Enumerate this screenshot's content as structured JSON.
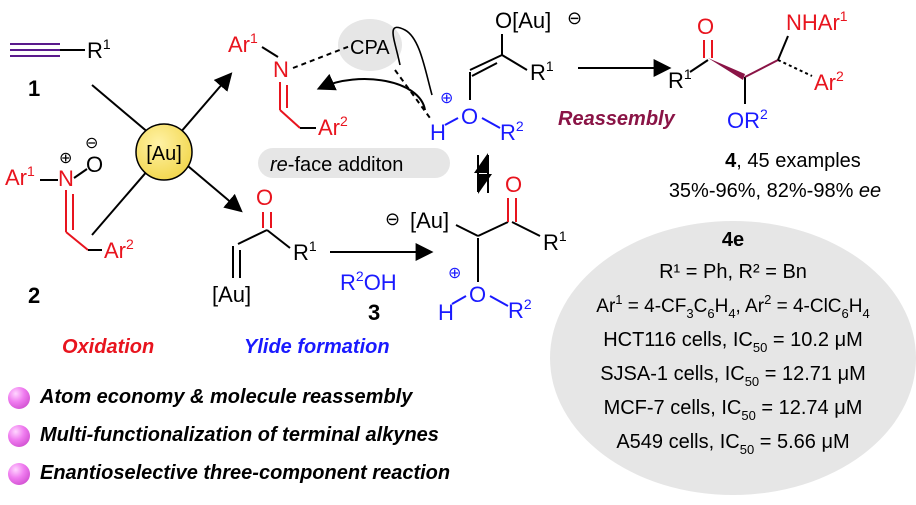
{
  "colors": {
    "red": "#e8141e",
    "blue": "#1a1aff",
    "maroon": "#8a1446",
    "purple": "#5a1a8c",
    "gold": "#f2d64b",
    "pink": "#e060e0",
    "grey": "#e6e6e6"
  },
  "reactants": {
    "alkyne": {
      "r": "R",
      "r_sup": "1",
      "number": "1"
    },
    "nitrone": {
      "ar1": "Ar",
      "ar1_sup": "1",
      "n": "N",
      "o": "O",
      "ar2": "Ar",
      "ar2_sup": "2",
      "plus": "⊕",
      "minus": "⊖",
      "number": "2"
    }
  },
  "catalyst": {
    "label": "[Au]"
  },
  "imine": {
    "ar1": "Ar",
    "ar1_sup": "1",
    "n": "N",
    "ar2": "Ar",
    "ar2_sup": "2",
    "cpa": "CPA"
  },
  "re_face": {
    "italic": "re",
    "rest": "-face additon"
  },
  "enolate": {
    "o": "O",
    "au": "[Au]",
    "minus": "⊖",
    "r1": "R",
    "r1_sup": "1",
    "plus": "⊕",
    "o2": "O",
    "h": "H",
    "r2": "R",
    "r2_sup": "2"
  },
  "carbene": {
    "o": "O",
    "r1": "R",
    "r1_sup": "1",
    "au": "[Au]"
  },
  "alcohol": {
    "r": "R",
    "sup": "2",
    "oh": "OH",
    "number": "3"
  },
  "ylide": {
    "minus": "⊖",
    "au": "[Au]",
    "o": "O",
    "r1": "R",
    "r1_sup": "1",
    "plus": "⊕",
    "o2": "O",
    "h": "H",
    "r2": "R",
    "r2_sup": "2"
  },
  "product": {
    "o": "O",
    "nh": "NHAr",
    "nh_sup": "1",
    "r1": "R",
    "r1_sup": "1",
    "ar2": "Ar",
    "ar2_sup": "2",
    "or2": "OR",
    "or2_sup": "2"
  },
  "labels": {
    "oxidation": "Oxidation",
    "ylide_formation": "Ylide formation",
    "reassembly": "Reassembly"
  },
  "summary": {
    "bold": "4",
    "rest": ", 45 examples",
    "yield": "35%-96%, 82%-98% ",
    "ee": "ee"
  },
  "example": {
    "title": "4e",
    "r_line": "R¹ = Ph, R² = Bn",
    "ar_pre": "Ar",
    "ar_s1": "1",
    "ar_mid1": " = 4-CF",
    "ar_s2": "3",
    "ar_mid2": "C",
    "ar_s3": "6",
    "ar_mid3": "H",
    "ar_s4": "4",
    "ar_mid4": ", Ar",
    "ar_s5": "2",
    "ar_mid5": " = 4-ClC",
    "ar_s6": "6",
    "ar_mid6": "H",
    "ar_s7": "4",
    "cells": [
      {
        "cell": "HCT116 cells, IC",
        "sub": "50",
        "val": " = 10.2 μM"
      },
      {
        "cell": "SJSA-1 cells, IC",
        "sub": "50",
        "val": " = 12.71 μM"
      },
      {
        "cell": "MCF-7 cells, IC",
        "sub": "50",
        "val": " = 12.74 μM"
      },
      {
        "cell": "A549 cells, IC",
        "sub": "50",
        "val": " = 5.66 μM"
      }
    ]
  },
  "bullets": [
    "Atom economy & molecule reassembly",
    "Multi-functionalization of terminal alkynes",
    "Enantioselective three-component reaction"
  ]
}
